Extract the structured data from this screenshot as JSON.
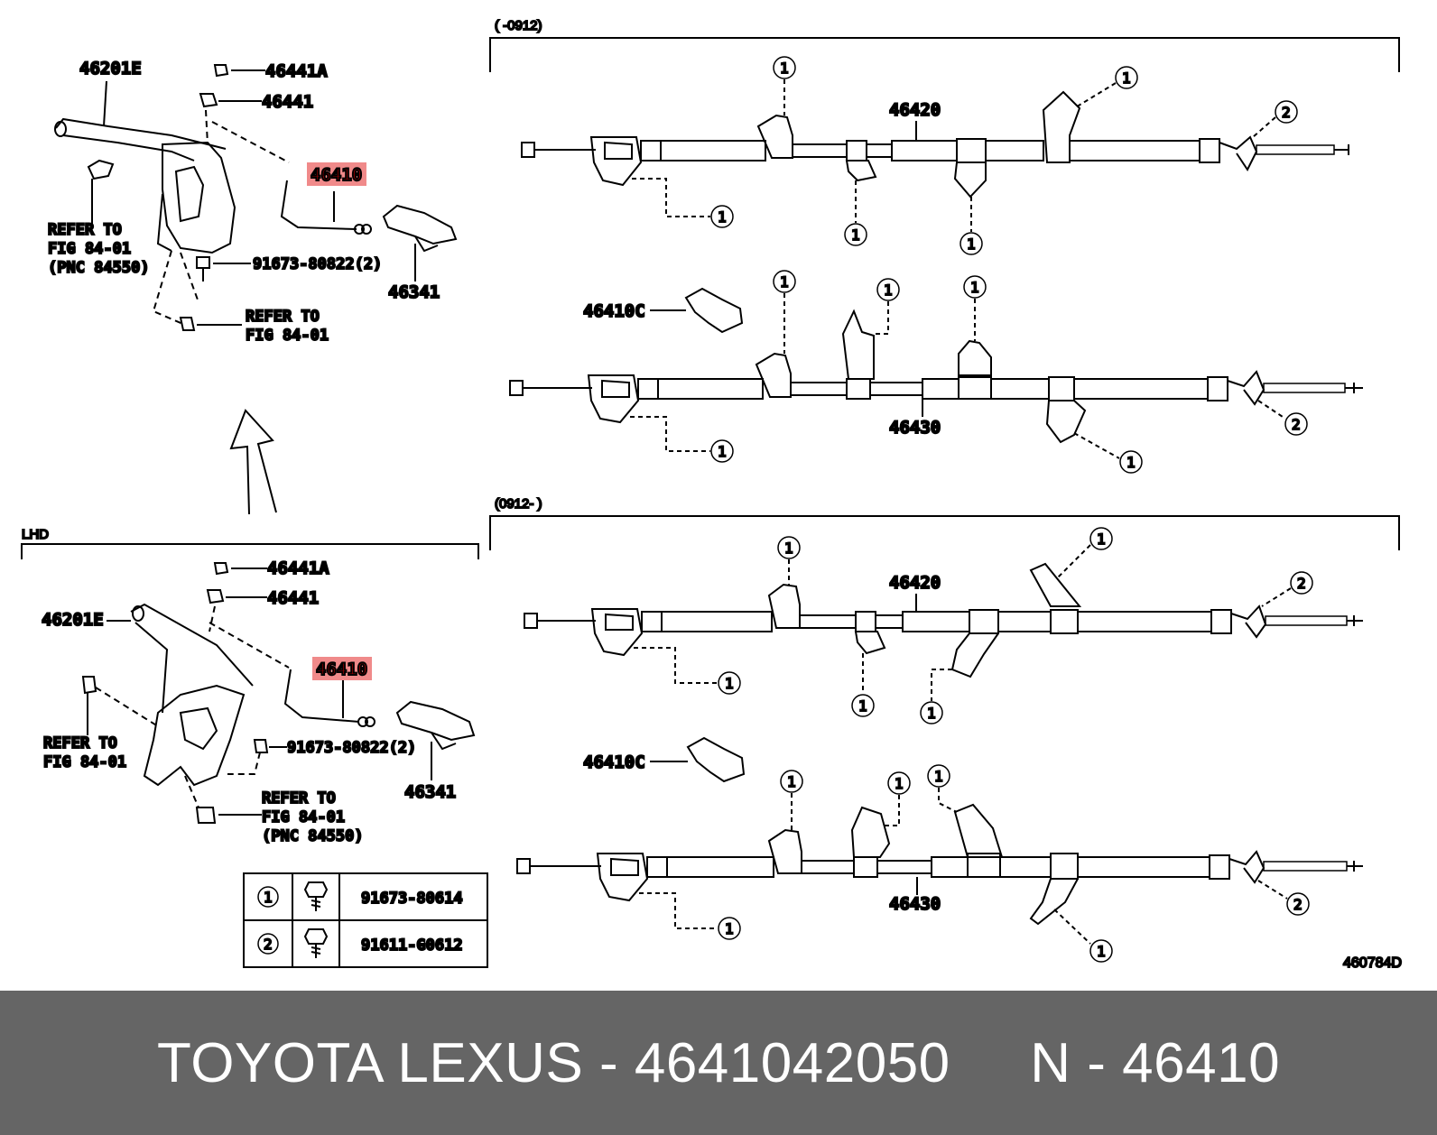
{
  "top_left": {
    "lever": "46201E",
    "nut_a": "46441A",
    "nut": "46441",
    "cable_highlight": "46410",
    "refer_1": [
      "REFER TO",
      "FIG 84-01",
      "(PNC 84550)"
    ],
    "bolt": "91673-80822(2)",
    "switch": "46341",
    "refer_2": [
      "REFER TO",
      "FIG 84-01"
    ]
  },
  "lhd": {
    "label": "LHD",
    "nut_a": "46441A",
    "nut": "46441",
    "lever": "46201E",
    "cable_highlight": "46410",
    "refer_1": [
      "REFER TO",
      "FIG 84-01"
    ],
    "bolt": "91673-80822(2)",
    "switch": "46341",
    "refer_2": [
      "REFER TO",
      "FIG 84-01",
      "(PNC 84550)"
    ]
  },
  "legend": {
    "rows": [
      {
        "marker": "1",
        "part": "91673-80614"
      },
      {
        "marker": "2",
        "part": "91611-G0612"
      }
    ]
  },
  "group_1": {
    "range": "(     -0912)",
    "cable_a": "46420",
    "clip": "46410C",
    "cable_b": "46430"
  },
  "group_2": {
    "range": "(0912-     )",
    "cable_a": "46420",
    "clip": "46410C",
    "cable_b": "46430"
  },
  "marker_1": "1",
  "marker_2": "2",
  "figure_id": "460784D",
  "footer": {
    "title": "TOYOTA LEXUS - 4641042050     N - 46410"
  },
  "colors": {
    "highlight": "#f08a8a",
    "footer_bg": "#656565"
  }
}
